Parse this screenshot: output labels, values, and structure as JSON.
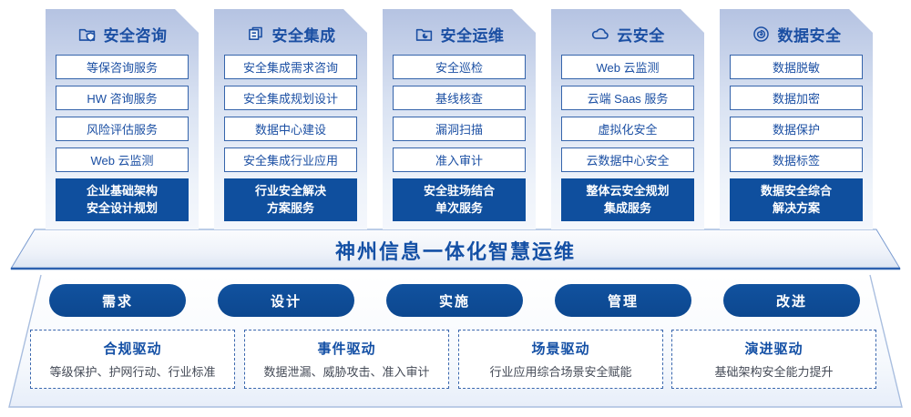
{
  "columns": [
    {
      "title": "安全咨询",
      "icon": "folder-shield-icon",
      "items": [
        "等保咨询服务",
        "HW 咨询服务",
        "风险评估服务",
        "Web 云监测"
      ],
      "highlight_lines": [
        "企业基础架构",
        "安全设计规划"
      ]
    },
    {
      "title": "安全集成",
      "icon": "copy-docs-icon",
      "items": [
        "安全集成需求咨询",
        "安全集成规划设计",
        "数据中心建设",
        "安全集成行业应用"
      ],
      "highlight_lines": [
        "行业安全解决",
        "方案服务"
      ]
    },
    {
      "title": "安全运维",
      "icon": "folder-clock-icon",
      "items": [
        "安全巡检",
        "基线核查",
        "漏洞扫描",
        "准入审计"
      ],
      "highlight_lines": [
        "安全驻场结合",
        "单次服务"
      ]
    },
    {
      "title": "云安全",
      "icon": "cloud-icon",
      "items": [
        "Web 云监测",
        "云端 Saas 服务",
        "虚拟化安全",
        "云数据中心安全"
      ],
      "highlight_lines": [
        "整体云安全规划",
        "集成服务"
      ]
    },
    {
      "title": "数据安全",
      "icon": "fingerprint-icon",
      "items": [
        "数据脱敏",
        "数据加密",
        "数据保护",
        "数据标签"
      ],
      "highlight_lines": [
        "数据安全综合",
        "解决方案"
      ]
    }
  ],
  "banner": {
    "title": "神州信息一体化智慧运维"
  },
  "process_steps": [
    "需求",
    "设计",
    "实施",
    "管理",
    "改进"
  ],
  "drivers": [
    {
      "title": "合规驱动",
      "desc": "等级保护、护网行动、行业标准"
    },
    {
      "title": "事件驱动",
      "desc": "数据泄漏、威胁攻击、准入审计"
    },
    {
      "title": "场景驱动",
      "desc": "行业应用综合场景安全赋能"
    },
    {
      "title": "演进驱动",
      "desc": "基础架构安全能力提升"
    }
  ],
  "colors": {
    "primary_text": "#1b4fa3",
    "deep_blue": "#0f4f9e",
    "box_border": "#3564ab",
    "dashed_border": "#3a67ae",
    "desc_text": "#454b57"
  }
}
